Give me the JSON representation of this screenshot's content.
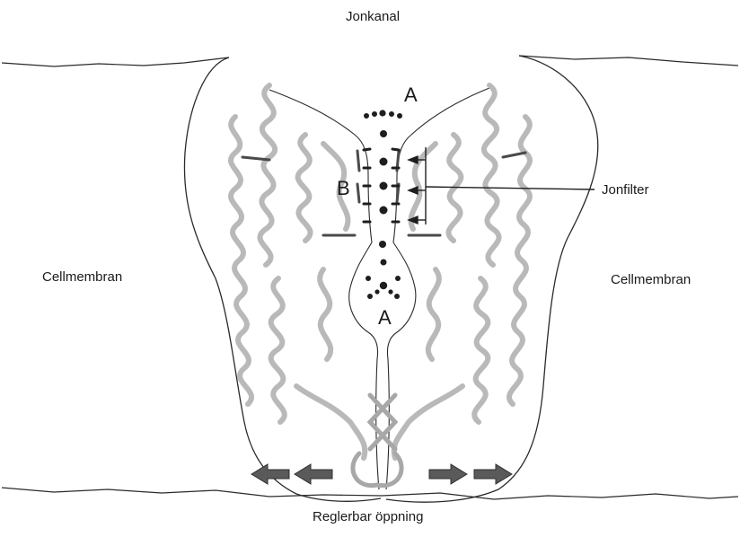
{
  "labels": {
    "top": "Jonkanal",
    "bottom": "Reglerbar öppning",
    "left": "Cellmembran",
    "right": "Cellmembran",
    "filter": "Jonfilter"
  },
  "markers": {
    "a_top": "A",
    "a_bottom": "A",
    "b": "B"
  },
  "colors": {
    "outline": "#2a2a2a",
    "helix": "#b9b9b9",
    "helix_dark": "#4a4a4a",
    "ion": "#1e1e1e",
    "arrow": "#5a5a5a"
  },
  "icons": {
    "ion": "ion-dot",
    "gate_arrow": "block-arrow"
  }
}
